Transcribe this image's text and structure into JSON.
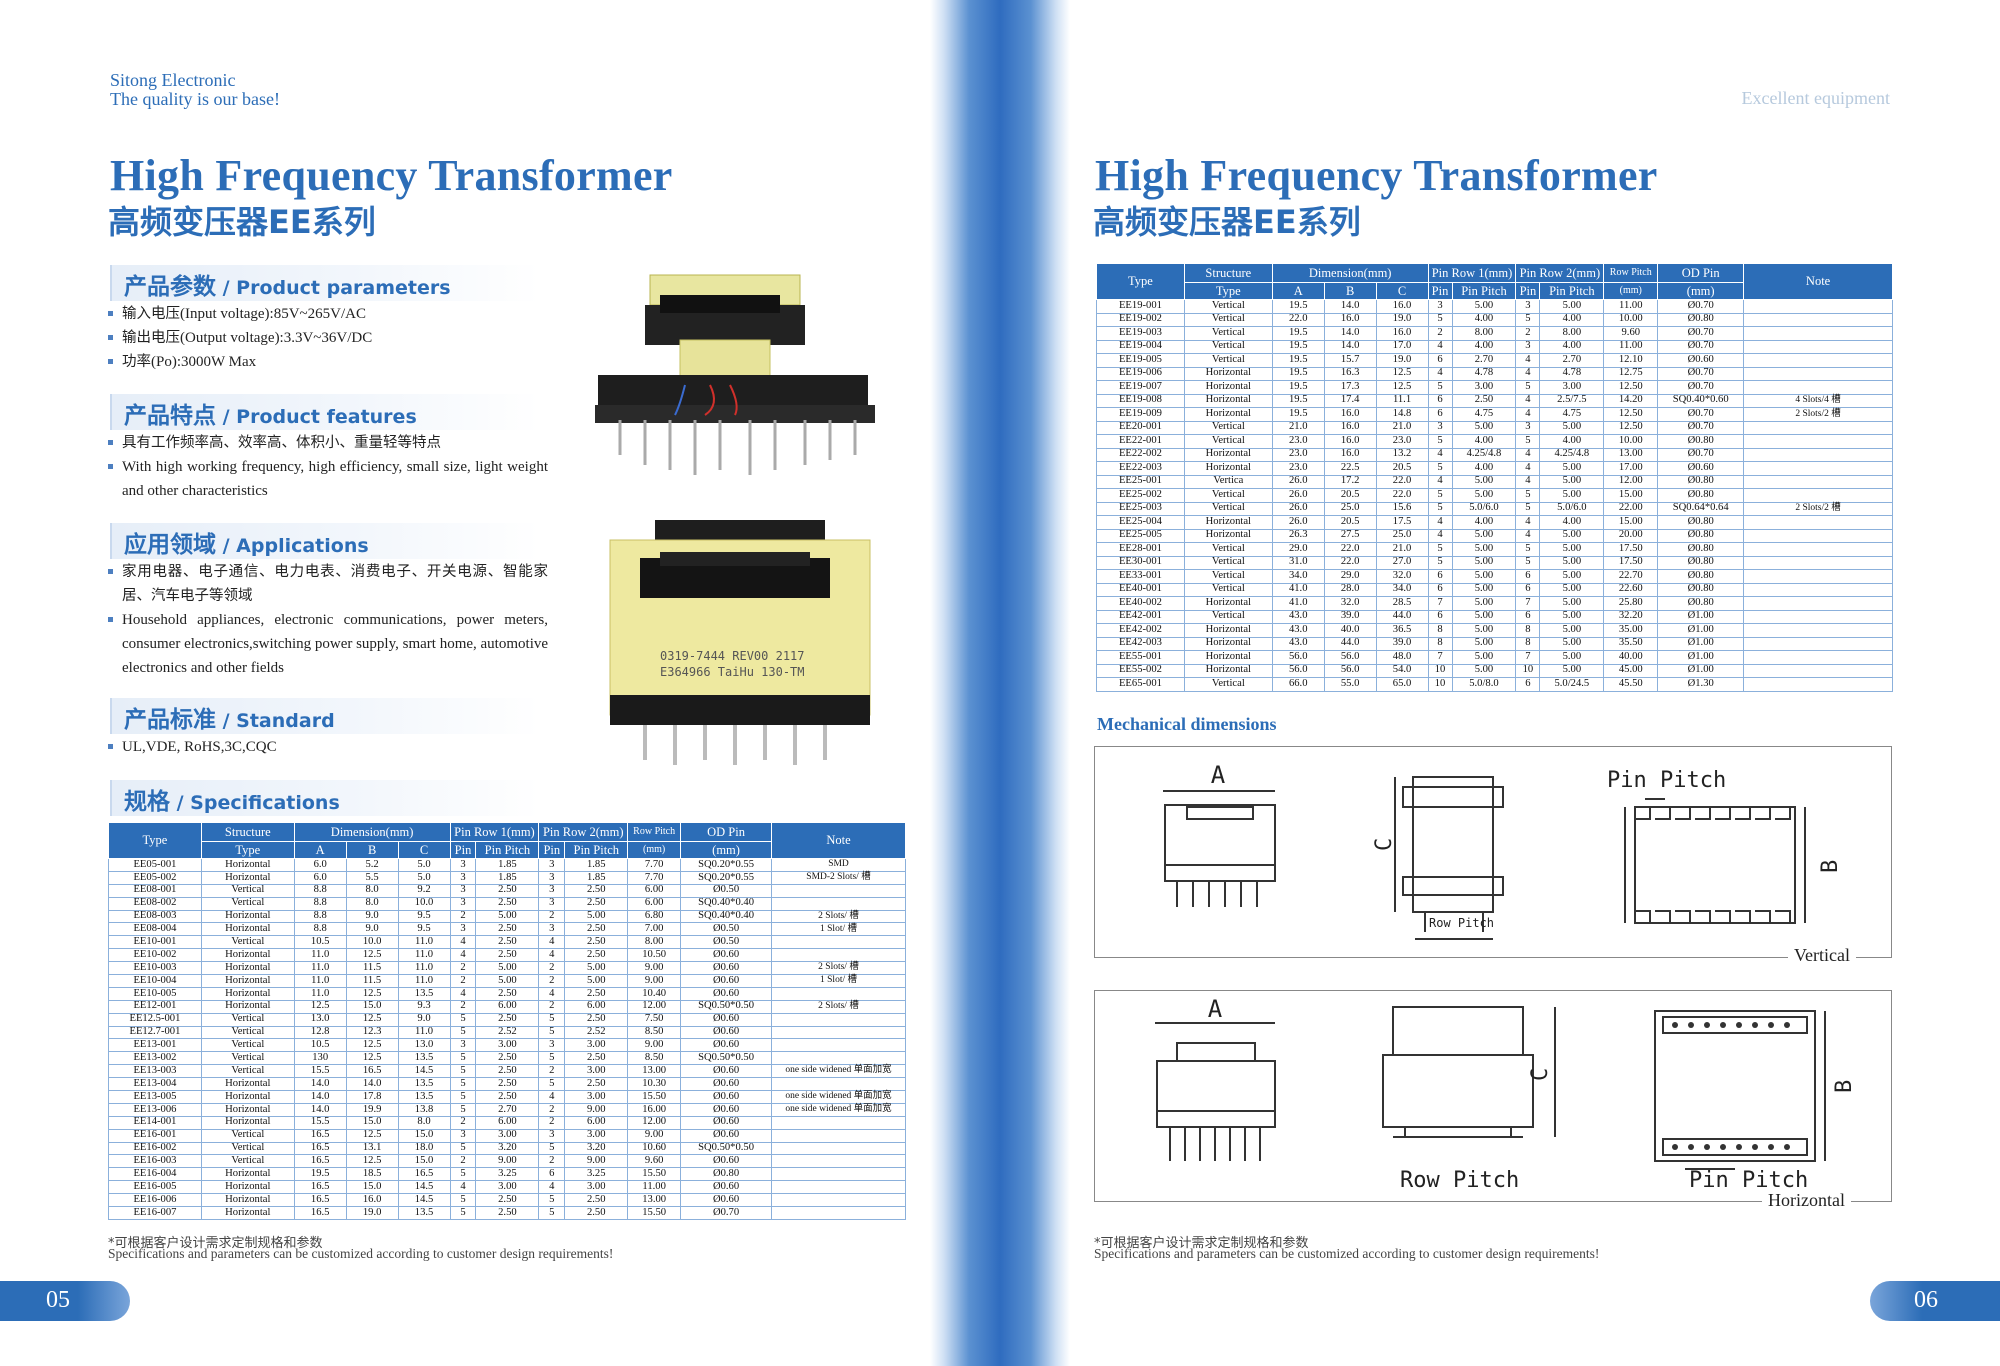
{
  "brand": {
    "name": "Sitong Electronic",
    "slogan": "The quality is our base!",
    "right_tag": "Excellent equipment"
  },
  "title": {
    "en": "High Frequency Transformer",
    "zh": "高频变压器EE系列"
  },
  "sections": {
    "parameters": {
      "zh": "产品参数",
      "en": " / Product parameters",
      "items": [
        {
          "zh": "输入电压",
          "en": "(Input voltage):85V~265V/AC"
        },
        {
          "zh": "输出电压",
          "en": "(Output voltage):3.3V~36V/DC"
        },
        {
          "zh": "功率",
          "en": "(Po):3000W Max"
        }
      ]
    },
    "features": {
      "zh": "产品特点",
      "en": " / Product features",
      "zh_item": "具有工作频率高、效率高、体积小、重量轻等特点",
      "en_item": "With high working frequency, high efficiency, small size, light weight and other characteristics"
    },
    "applications": {
      "zh": "应用领域",
      "en": " / Applications",
      "zh_item": "家用电器、电子通信、电力电表、消费电子、开关电源、智能家居、汽车电子等领域",
      "en_item": "Household appliances, electronic communications, power meters, consumer electronics,switching power supply, smart home, automotive electronics and other fields"
    },
    "standard": {
      "zh": "产品标准",
      "en": " / Standard",
      "item": "UL,VDE, RoHS,3C,CQC"
    },
    "specifications": {
      "zh": "规格",
      "en": " / Specifications"
    }
  },
  "table_headers": {
    "type": "Type",
    "structure": "Structure",
    "structure2": "Type",
    "dimension": "Dimension(mm)",
    "a": "A",
    "b": "B",
    "c": "C",
    "row1": "Pin Row 1(mm)",
    "row2": "Pin Row 2(mm)",
    "pin": "Pin",
    "pitch": "Pin Pitch",
    "row_pitch": "Row Pitch",
    "row_pitch_unit": "(mm)",
    "od_pin": "OD Pin",
    "od_unit": "(mm)",
    "note": "Note"
  },
  "left_rows": [
    [
      "EE05-001",
      "Horizontal",
      "6.0",
      "5.2",
      "5.0",
      "3",
      "1.85",
      "3",
      "1.85",
      "7.70",
      "SQ0.20*0.55",
      "SMD"
    ],
    [
      "EE05-002",
      "Horizontal",
      "6.0",
      "5.5",
      "5.0",
      "3",
      "1.85",
      "3",
      "1.85",
      "7.70",
      "SQ0.20*0.55",
      "SMD-2 Slots/ 槽"
    ],
    [
      "EE08-001",
      "Vertical",
      "8.8",
      "8.0",
      "9.2",
      "3",
      "2.50",
      "3",
      "2.50",
      "6.00",
      "Ø0.50",
      ""
    ],
    [
      "EE08-002",
      "Vertical",
      "8.8",
      "8.0",
      "10.0",
      "3",
      "2.50",
      "3",
      "2.50",
      "6.00",
      "SQ0.40*0.40",
      ""
    ],
    [
      "EE08-003",
      "Horizontal",
      "8.8",
      "9.0",
      "9.5",
      "2",
      "5.00",
      "2",
      "5.00",
      "6.80",
      "SQ0.40*0.40",
      "2 Slots/ 槽"
    ],
    [
      "EE08-004",
      "Horizontal",
      "8.8",
      "9.0",
      "9.5",
      "3",
      "2.50",
      "3",
      "2.50",
      "7.00",
      "Ø0.50",
      "1 Slot/ 槽"
    ],
    [
      "EE10-001",
      "Vertical",
      "10.5",
      "10.0",
      "11.0",
      "4",
      "2.50",
      "4",
      "2.50",
      "8.00",
      "Ø0.50",
      ""
    ],
    [
      "EE10-002",
      "Horizontal",
      "11.0",
      "12.5",
      "11.0",
      "4",
      "2.50",
      "4",
      "2.50",
      "10.50",
      "Ø0.60",
      ""
    ],
    [
      "EE10-003",
      "Horizontal",
      "11.0",
      "11.5",
      "11.0",
      "2",
      "5.00",
      "2",
      "5.00",
      "9.00",
      "Ø0.60",
      "2 Slots/ 槽"
    ],
    [
      "EE10-004",
      "Horizontal",
      "11.0",
      "11.5",
      "11.0",
      "2",
      "5.00",
      "2",
      "5.00",
      "9.00",
      "Ø0.60",
      "1 Slot/ 槽"
    ],
    [
      "EE10-005",
      "Horizontal",
      "11.0",
      "12.5",
      "13.5",
      "4",
      "2.50",
      "4",
      "2.50",
      "10.40",
      "Ø0.60",
      ""
    ],
    [
      "EE12-001",
      "Horizontal",
      "12.5",
      "15.0",
      "9.3",
      "2",
      "6.00",
      "2",
      "6.00",
      "12.00",
      "SQ0.50*0.50",
      "2 Slots/ 槽"
    ],
    [
      "EE12.5-001",
      "Vertical",
      "13.0",
      "12.5",
      "9.0",
      "5",
      "2.50",
      "5",
      "2.50",
      "7.50",
      "Ø0.60",
      ""
    ],
    [
      "EE12.7-001",
      "Vertical",
      "12.8",
      "12.3",
      "11.0",
      "5",
      "2.52",
      "5",
      "2.52",
      "8.50",
      "Ø0.60",
      ""
    ],
    [
      "EE13-001",
      "Vertical",
      "10.5",
      "12.5",
      "13.0",
      "3",
      "3.00",
      "3",
      "3.00",
      "9.00",
      "Ø0.60",
      ""
    ],
    [
      "EE13-002",
      "Vertical",
      "130",
      "12.5",
      "13.5",
      "5",
      "2.50",
      "5",
      "2.50",
      "8.50",
      "SQ0.50*0.50",
      ""
    ],
    [
      "EE13-003",
      "Vertical",
      "15.5",
      "16.5",
      "14.5",
      "5",
      "2.50",
      "2",
      "3.00",
      "13.00",
      "Ø0.60",
      "one side widened 单面加宽"
    ],
    [
      "EE13-004",
      "Horizontal",
      "14.0",
      "14.0",
      "13.5",
      "5",
      "2.50",
      "5",
      "2.50",
      "10.30",
      "Ø0.60",
      ""
    ],
    [
      "EE13-005",
      "Horizontal",
      "14.0",
      "17.8",
      "13.5",
      "5",
      "2.50",
      "4",
      "3.00",
      "15.50",
      "Ø0.60",
      "one side widened 单面加宽"
    ],
    [
      "EE13-006",
      "Horizontal",
      "14.0",
      "19.9",
      "13.8",
      "5",
      "2.70",
      "2",
      "9.00",
      "16.00",
      "Ø0.60",
      "one side widened 单面加宽"
    ],
    [
      "EE14-001",
      "Horizontal",
      "15.5",
      "15.0",
      "8.0",
      "2",
      "6.00",
      "2",
      "6.00",
      "12.00",
      "Ø0.60",
      ""
    ],
    [
      "EE16-001",
      "Vertical",
      "16.5",
      "12.5",
      "15.0",
      "3",
      "3.00",
      "3",
      "3.00",
      "9.00",
      "Ø0.60",
      ""
    ],
    [
      "EE16-002",
      "Vertical",
      "16.5",
      "13.1",
      "18.0",
      "5",
      "3.20",
      "5",
      "3.20",
      "10.60",
      "SQ0.50*0.50",
      ""
    ],
    [
      "EE16-003",
      "Vertical",
      "16.5",
      "12.5",
      "15.0",
      "2",
      "9.00",
      "2",
      "9.00",
      "9.60",
      "Ø0.60",
      ""
    ],
    [
      "EE16-004",
      "Horizontal",
      "19.5",
      "18.5",
      "16.5",
      "5",
      "3.25",
      "6",
      "3.25",
      "15.50",
      "Ø0.80",
      ""
    ],
    [
      "EE16-005",
      "Horizontal",
      "16.5",
      "15.0",
      "14.5",
      "4",
      "3.00",
      "4",
      "3.00",
      "11.00",
      "Ø0.60",
      ""
    ],
    [
      "EE16-006",
      "Horizontal",
      "16.5",
      "16.0",
      "14.5",
      "5",
      "2.50",
      "5",
      "2.50",
      "13.00",
      "Ø0.60",
      ""
    ],
    [
      "EE16-007",
      "Horizontal",
      "16.5",
      "19.0",
      "13.5",
      "5",
      "2.50",
      "5",
      "2.50",
      "15.50",
      "Ø0.70",
      ""
    ]
  ],
  "right_rows": [
    [
      "EE19-001",
      "Vertical",
      "19.5",
      "14.0",
      "16.0",
      "3",
      "5.00",
      "3",
      "5.00",
      "11.00",
      "Ø0.70",
      ""
    ],
    [
      "EE19-002",
      "Vertical",
      "22.0",
      "16.0",
      "19.0",
      "5",
      "4.00",
      "5",
      "4.00",
      "10.00",
      "Ø0.80",
      ""
    ],
    [
      "EE19-003",
      "Vertical",
      "19.5",
      "14.0",
      "16.0",
      "2",
      "8.00",
      "2",
      "8.00",
      "9.60",
      "Ø0.70",
      ""
    ],
    [
      "EE19-004",
      "Vertical",
      "19.5",
      "14.0",
      "17.0",
      "4",
      "4.00",
      "3",
      "4.00",
      "11.00",
      "Ø0.70",
      ""
    ],
    [
      "EE19-005",
      "Vertical",
      "19.5",
      "15.7",
      "19.0",
      "6",
      "2.70",
      "4",
      "2.70",
      "12.10",
      "Ø0.60",
      ""
    ],
    [
      "EE19-006",
      "Horizontal",
      "19.5",
      "16.3",
      "12.5",
      "4",
      "4.78",
      "4",
      "4.78",
      "12.75",
      "Ø0.70",
      ""
    ],
    [
      "EE19-007",
      "Horizontal",
      "19.5",
      "17.3",
      "12.5",
      "5",
      "3.00",
      "5",
      "3.00",
      "12.50",
      "Ø0.70",
      ""
    ],
    [
      "EE19-008",
      "Horizontal",
      "19.5",
      "17.4",
      "11.1",
      "6",
      "2.50",
      "4",
      "2.5/7.5",
      "14.20",
      "SQ0.40*0.60",
      "4 Slots/4 槽"
    ],
    [
      "EE19-009",
      "Horizontal",
      "19.5",
      "16.0",
      "14.8",
      "6",
      "4.75",
      "4",
      "4.75",
      "12.50",
      "Ø0.70",
      "2 Slots/2 槽"
    ],
    [
      "EE20-001",
      "Vertical",
      "21.0",
      "16.0",
      "21.0",
      "3",
      "5.00",
      "3",
      "5.00",
      "12.50",
      "Ø0.70",
      ""
    ],
    [
      "EE22-001",
      "Vertical",
      "23.0",
      "16.0",
      "23.0",
      "5",
      "4.00",
      "5",
      "4.00",
      "10.00",
      "Ø0.80",
      ""
    ],
    [
      "EE22-002",
      "Horizontal",
      "23.0",
      "16.0",
      "13.2",
      "4",
      "4.25/4.8",
      "4",
      "4.25/4.8",
      "13.00",
      "Ø0.70",
      ""
    ],
    [
      "EE22-003",
      "Horizontal",
      "23.0",
      "22.5",
      "20.5",
      "5",
      "4.00",
      "4",
      "5.00",
      "17.00",
      "Ø0.60",
      ""
    ],
    [
      "EE25-001",
      "Vertica",
      "26.0",
      "17.2",
      "22.0",
      "4",
      "5.00",
      "4",
      "5.00",
      "12.00",
      "Ø0.80",
      ""
    ],
    [
      "EE25-002",
      "Vertical",
      "26.0",
      "20.5",
      "22.0",
      "5",
      "5.00",
      "5",
      "5.00",
      "15.00",
      "Ø0.80",
      ""
    ],
    [
      "EE25-003",
      "Vertical",
      "26.0",
      "25.0",
      "15.6",
      "5",
      "5.0/6.0",
      "5",
      "5.0/6.0",
      "22.00",
      "SQ0.64*0.64",
      "2 Slots/2 槽"
    ],
    [
      "EE25-004",
      "Horizontal",
      "26.0",
      "20.5",
      "17.5",
      "4",
      "4.00",
      "4",
      "4.00",
      "15.00",
      "Ø0.80",
      ""
    ],
    [
      "EE25-005",
      "Horizontal",
      "26.3",
      "27.5",
      "25.0",
      "4",
      "5.00",
      "4",
      "5.00",
      "20.00",
      "Ø0.80",
      ""
    ],
    [
      "EE28-001",
      "Vertical",
      "29.0",
      "22.0",
      "21.0",
      "5",
      "5.00",
      "5",
      "5.00",
      "17.50",
      "Ø0.80",
      ""
    ],
    [
      "EE30-001",
      "Vertical",
      "31.0",
      "22.0",
      "27.0",
      "5",
      "5.00",
      "5",
      "5.00",
      "17.50",
      "Ø0.80",
      ""
    ],
    [
      "EE33-001",
      "Vertical",
      "34.0",
      "29.0",
      "32.0",
      "6",
      "5.00",
      "6",
      "5.00",
      "22.70",
      "Ø0.80",
      ""
    ],
    [
      "EE40-001",
      "Vertical",
      "41.0",
      "28.0",
      "34.0",
      "6",
      "5.00",
      "6",
      "5.00",
      "22.60",
      "Ø0.80",
      ""
    ],
    [
      "EE40-002",
      "Horizontal",
      "41.0",
      "32.0",
      "28.5",
      "7",
      "5.00",
      "7",
      "5.00",
      "25.80",
      "Ø0.80",
      ""
    ],
    [
      "EE42-001",
      "Vertical",
      "43.0",
      "39.0",
      "44.0",
      "6",
      "5.00",
      "6",
      "5.00",
      "32.20",
      "Ø1.00",
      ""
    ],
    [
      "EE42-002",
      "Horizontal",
      "43.0",
      "40.0",
      "36.5",
      "8",
      "5.00",
      "8",
      "5.00",
      "35.00",
      "Ø1.00",
      ""
    ],
    [
      "EE42-003",
      "Horizontal",
      "43.0",
      "44.0",
      "39.0",
      "8",
      "5.00",
      "8",
      "5.00",
      "35.50",
      "Ø1.00",
      ""
    ],
    [
      "EE55-001",
      "Horizontal",
      "56.0",
      "56.0",
      "48.0",
      "7",
      "5.00",
      "7",
      "5.00",
      "40.00",
      "Ø1.00",
      ""
    ],
    [
      "EE55-002",
      "Horizontal",
      "56.0",
      "56.0",
      "54.0",
      "10",
      "5.00",
      "10",
      "5.00",
      "45.00",
      "Ø1.00",
      ""
    ],
    [
      "EE65-001",
      "Vertical",
      "66.0",
      "55.0",
      "65.0",
      "10",
      "5.0/8.0",
      "6",
      "5.0/24.5",
      "45.50",
      "Ø1.30",
      ""
    ]
  ],
  "mechanical": {
    "title": "Mechanical dimensions",
    "vertical_caption": "Vertical",
    "horizontal_caption": "Horizontal",
    "label_a": "A",
    "label_b": "B",
    "label_c": "C",
    "pin_pitch": "Pin Pitch",
    "row_pitch": "Row Pitch"
  },
  "footnote": {
    "zh": "*可根据客户设计需求定制规格和参数",
    "en": "Specifications and parameters can be customized according to customer design requirements!"
  },
  "page_numbers": {
    "left": "05",
    "right": "06"
  },
  "colors": {
    "brand_blue": "#2c6db7",
    "table_border": "#8bb0db"
  }
}
